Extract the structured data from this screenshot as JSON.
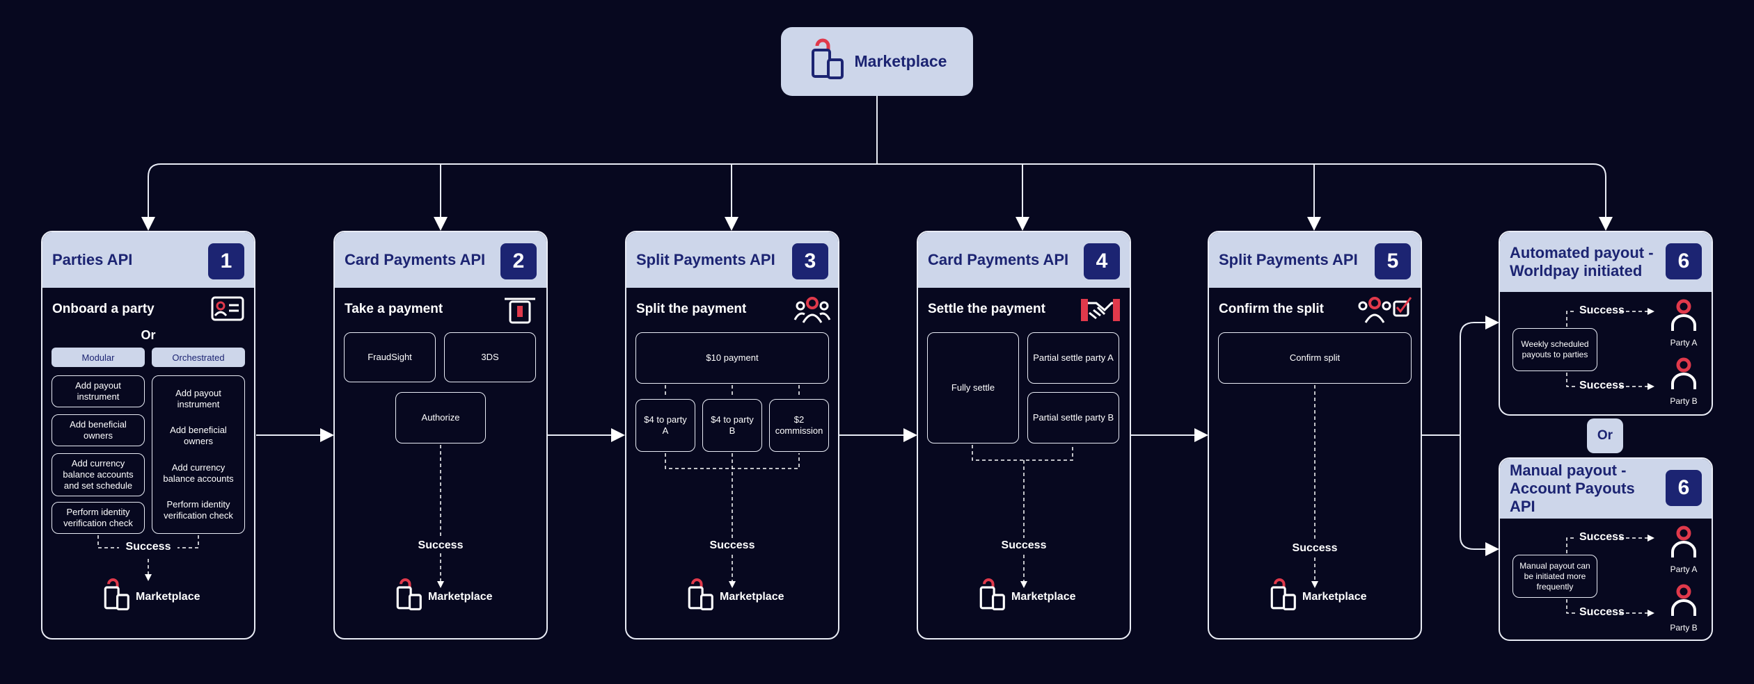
{
  "top": {
    "label": "Marketplace"
  },
  "columns": [
    {
      "title": "Parties API",
      "step": "1",
      "section": "Onboard a party"
    },
    {
      "title": "Card Payments API",
      "step": "2",
      "section": "Take a payment"
    },
    {
      "title": "Split Payments API",
      "step": "3",
      "section": "Split the payment"
    },
    {
      "title": "Card Payments API",
      "step": "4",
      "section": "Settle the payment"
    },
    {
      "title": "Split Payments API",
      "step": "5",
      "section": "Confirm the split"
    },
    {
      "title": "Automated payout - Worldpay initiated",
      "step": "6"
    },
    {
      "title": "Manual payout - Account Payouts API",
      "step": "6"
    }
  ],
  "col1": {
    "or": "Or",
    "modular": "Modular",
    "orchestrated": "Orchestrated",
    "modular_items": [
      "Add payout instrument",
      "Add beneficial owners",
      "Add currency balance accounts and set schedule",
      "Perform identity verification check"
    ],
    "orchestrated_items": [
      "Add payout instrument",
      "Add beneficial owners",
      "Add currency balance accounts",
      "Perform identity verification check"
    ]
  },
  "col2": {
    "fraudsight": "FraudSight",
    "threeds": "3DS",
    "authorize": "Authorize"
  },
  "col3": {
    "payment": "$10 payment",
    "party_a": "$4 to party A",
    "party_b": "$4 to party B",
    "commission": "$2 commission"
  },
  "col4": {
    "fully": "Fully settle",
    "partial_a": "Partial settle party A",
    "partial_b": "Partial settle party B"
  },
  "col5": {
    "confirm": "Confirm split"
  },
  "col6a": {
    "note": "Weekly scheduled payouts to parties"
  },
  "col6b": {
    "note": "Manual payout can be initiated more frequently"
  },
  "common": {
    "success": "Success",
    "marketplace": "Marketplace",
    "party_a": "Party A",
    "party_b": "Party B",
    "or": "Or"
  },
  "colors": {
    "background": "#07081f",
    "header": "#cdd6ea",
    "navy": "#1c2472",
    "accent": "#e0394b",
    "line": "#e9ecf5"
  }
}
